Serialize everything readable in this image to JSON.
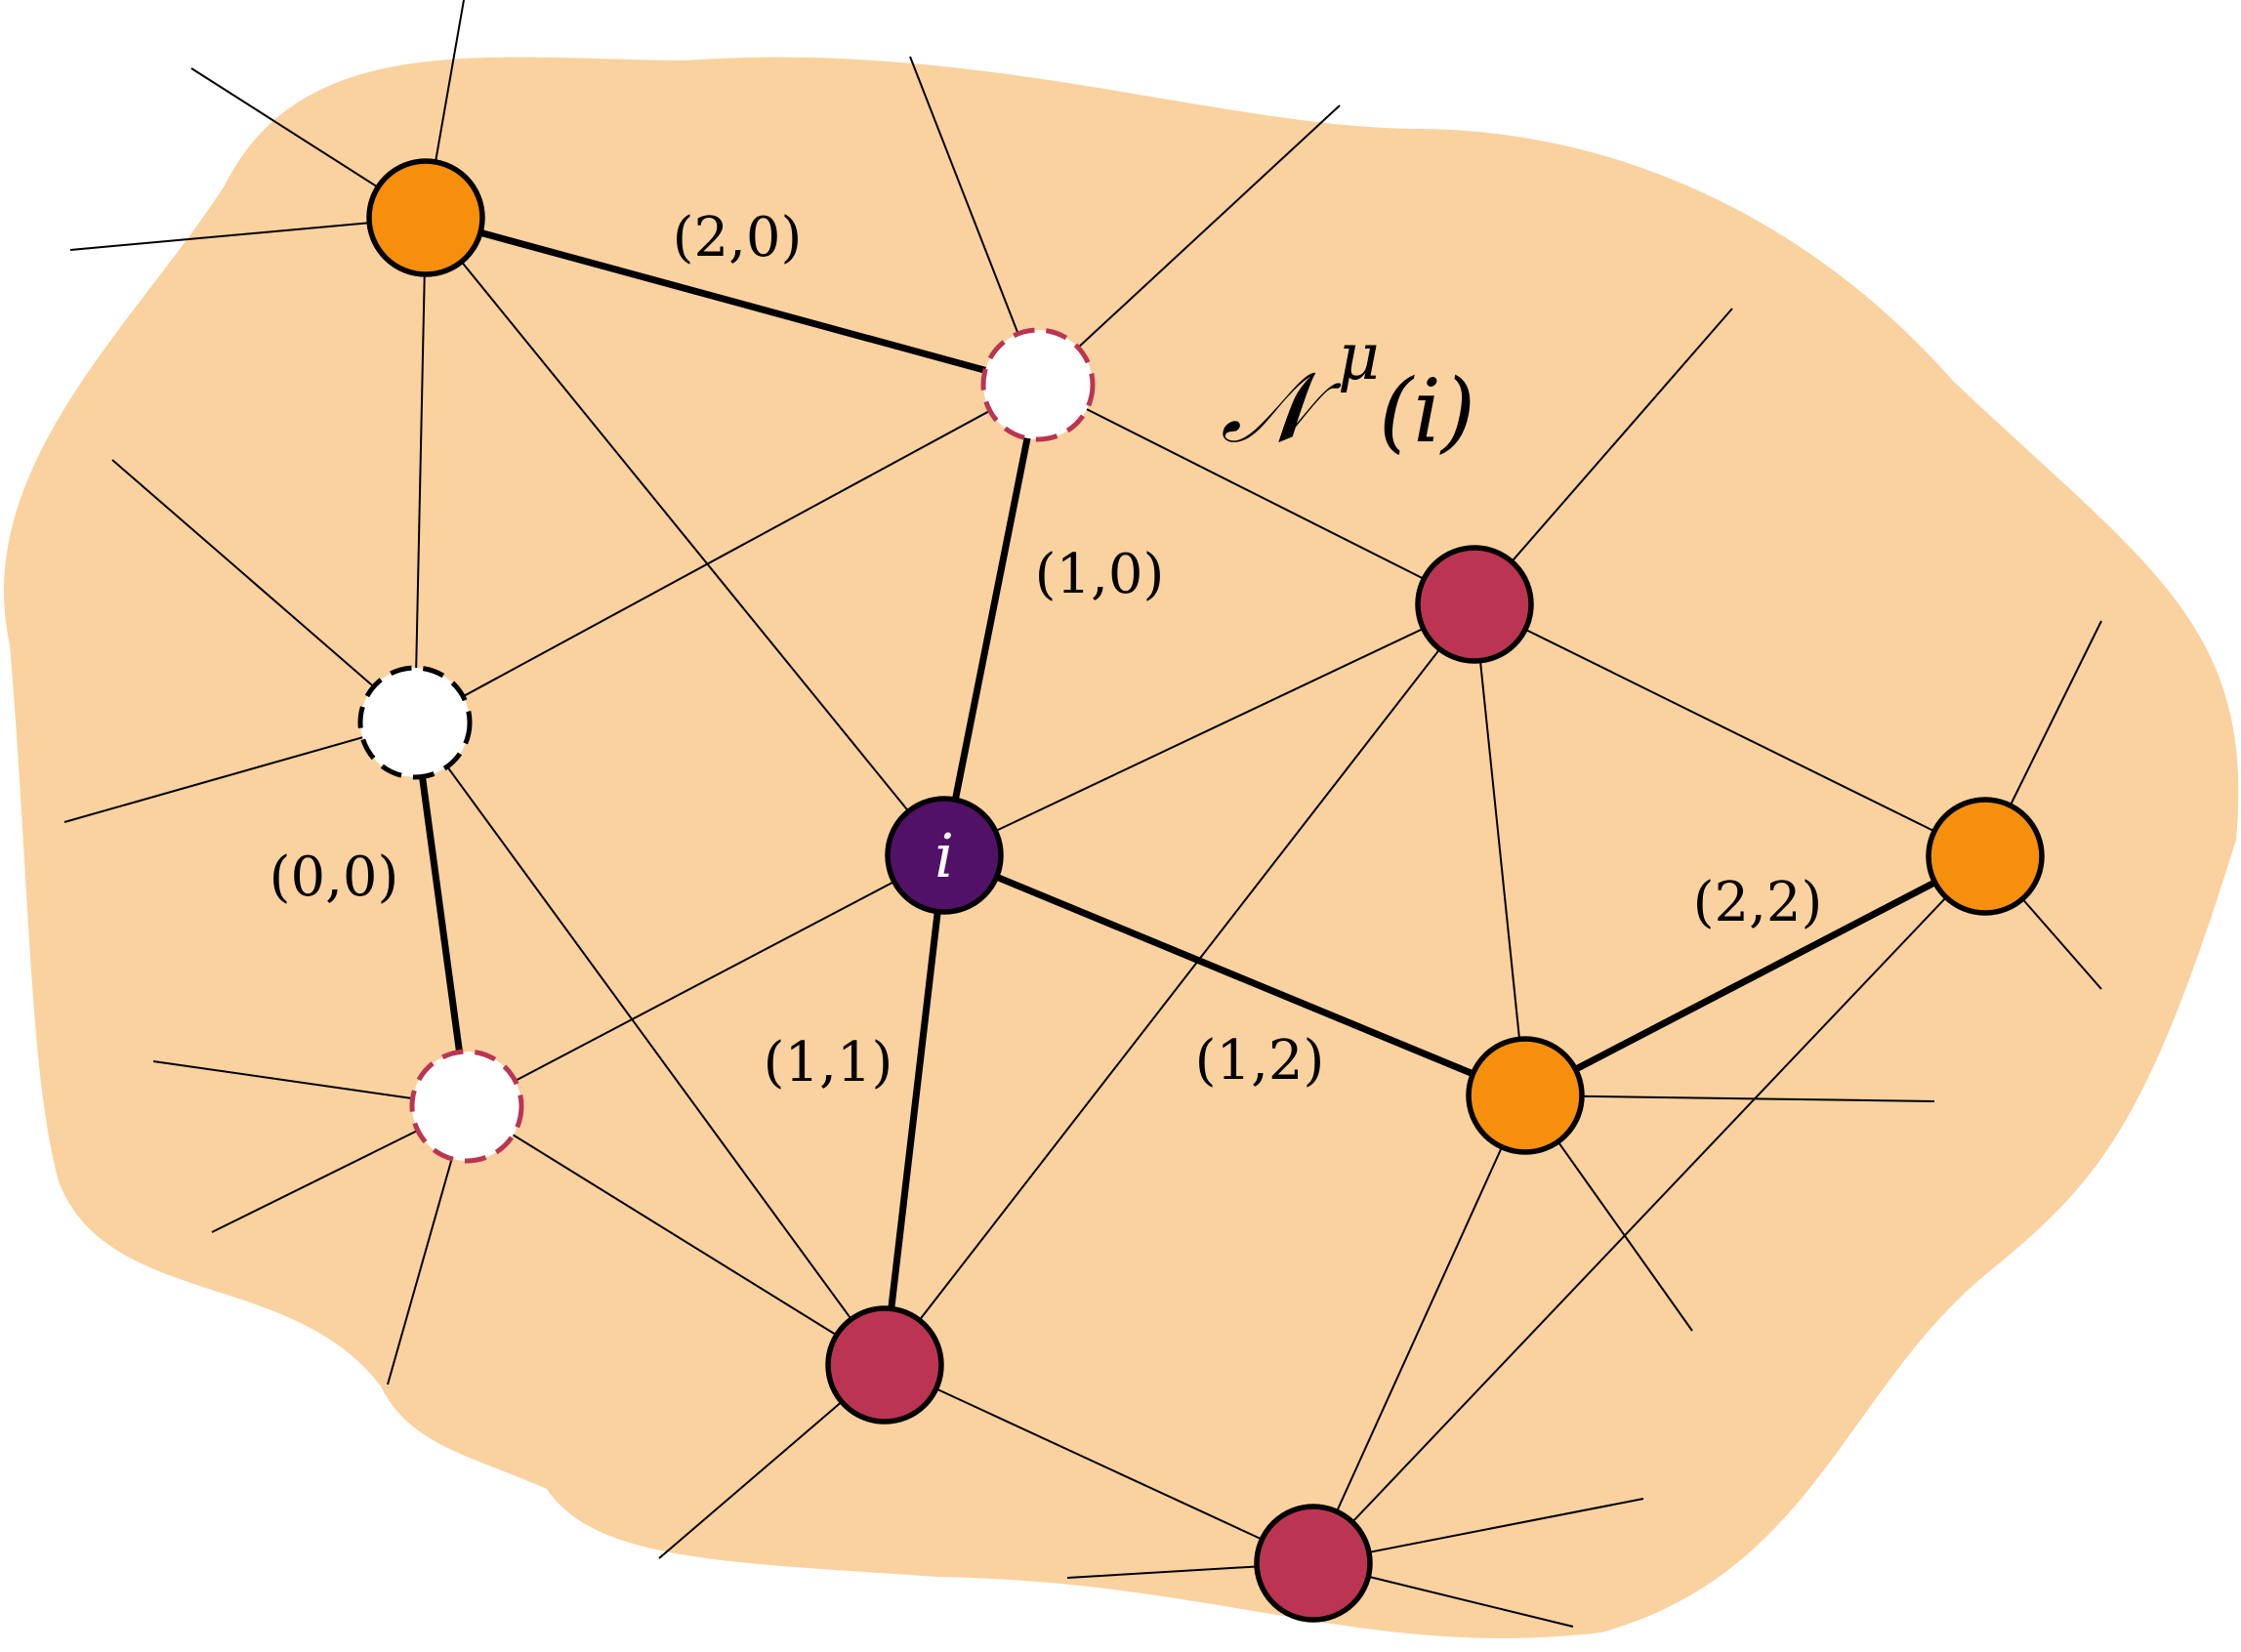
{
  "colors": {
    "region_fill": "#fad29f",
    "orange_node": "#f68f0b",
    "red_node": "#bb3552",
    "center_node": "#511167",
    "dashed_red_stroke": "#bb3552"
  },
  "labels": {
    "center_node": "i",
    "neighborhood_symbol": "𝒩",
    "neighborhood_superscript": "μ",
    "neighborhood_argument": "(i)",
    "edge_2_0": "(2,0)",
    "edge_1_0": "(1,0)",
    "edge_0_0": "(0,0)",
    "edge_1_1": "(1,1)",
    "edge_1_2": "(1,2)",
    "edge_2_2": "(2,2)"
  }
}
